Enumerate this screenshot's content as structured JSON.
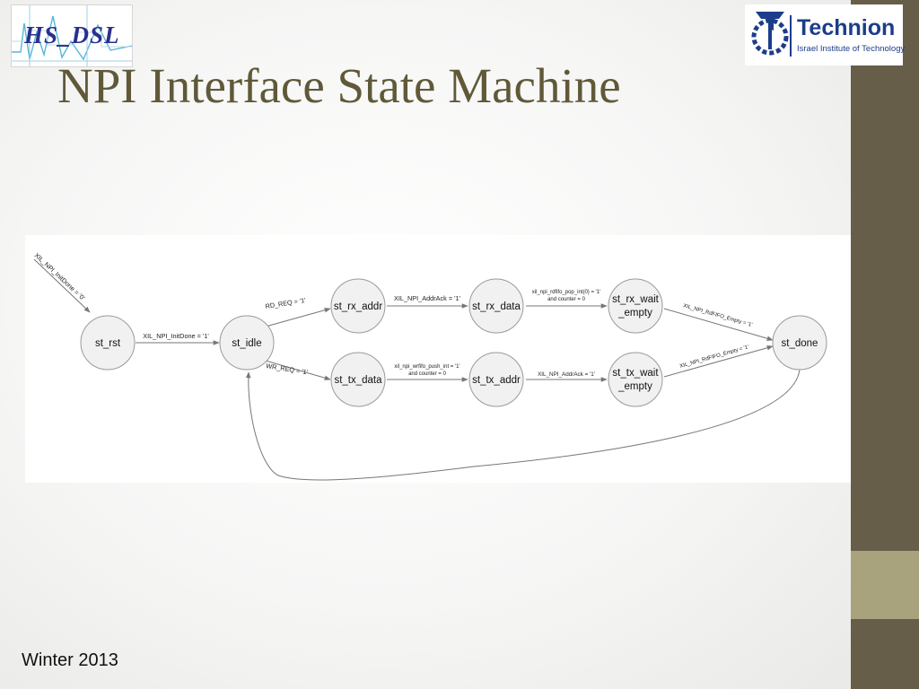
{
  "slide": {
    "title": "NPI Interface State Machine",
    "footer": "Winter 2013"
  },
  "logos": {
    "left": {
      "text": "HS_DSL"
    },
    "right": {
      "name": "Technion",
      "subtitle": "Israel Institute of Technology"
    }
  },
  "colors": {
    "sidebar": "#665e49",
    "sidebar_accent": "#a8a27d",
    "title": "#605939",
    "node_fill": "#f1f1f1",
    "node_stroke": "#9a9a9a",
    "edge": "#777777"
  },
  "diagram": {
    "states": {
      "st_rst": "st_rst",
      "st_idle": "st_idle",
      "st_rx_addr": "st_rx_addr",
      "st_rx_data": "st_rx_data",
      "st_rx_wait_empty": [
        "st_rx_wait",
        "_empty"
      ],
      "st_tx_data": "st_tx_data",
      "st_tx_addr": "st_tx_addr",
      "st_tx_wait_empty": [
        "st_tx_wait",
        "_empty"
      ],
      "st_done": "st_done"
    },
    "transitions": {
      "init_to_rst": "XIL_NPI_InitDone = '0'",
      "rst_to_idle": "XIL_NPI_InitDone = '1'",
      "idle_to_rx_addr": "RD_REQ = '1'",
      "idle_to_tx_data": "WR_REQ = '1'",
      "rx_addr_to_rx_data": "XIL_NPI_AddrAck = '1'",
      "rx_data_to_rx_wait": [
        "xil_npi_rdfifo_pop_int(0) = '1'",
        "and counter = 0"
      ],
      "tx_data_to_tx_addr": [
        "xil_npi_wrfifo_push_int = '1'",
        "and counter = 0"
      ],
      "tx_addr_to_tx_wait": "XIL_NPI_AddrAck = '1'",
      "rx_wait_to_done": "XIL_NPI_RdFIFO_Empty = '1'",
      "tx_wait_to_done": "XIL_NPI_RdFIFO_Empty = '1'"
    }
  }
}
